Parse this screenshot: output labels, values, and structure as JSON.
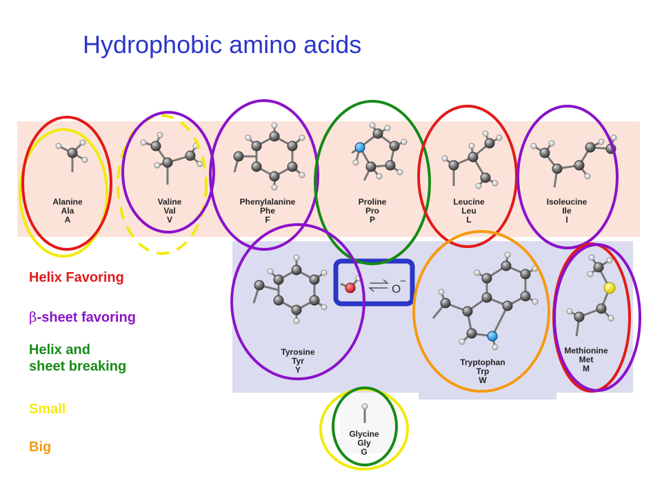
{
  "title": "Hydrophobic amino acids",
  "legend": {
    "helix": "Helix Favoring",
    "beta_symbol": "β",
    "beta": "-sheet favoring",
    "breaking_line1": "Helix and",
    "breaking_line2": "sheet breaking",
    "small": "Small",
    "big": "Big"
  },
  "colors": {
    "helix": "#e21a1a",
    "beta": "#8a12c9",
    "breaking": "#178a17",
    "small": "#f2ea10",
    "big": "#f59a10",
    "title": "#2b35c8",
    "panel_top": "#fbe3da",
    "panel_bottom": "#dcdcf0",
    "highlight_box": "#2b35c8"
  },
  "amino_acids": {
    "alanine": {
      "name": "Alanine",
      "three": "Ala",
      "one": "A"
    },
    "valine": {
      "name": "Valine",
      "three": "Val",
      "one": "V"
    },
    "phenylalanine": {
      "name": "Phenylalanine",
      "three": "Phe",
      "one": "F"
    },
    "proline": {
      "name": "Proline",
      "three": "Pro",
      "one": "P"
    },
    "leucine": {
      "name": "Leucine",
      "three": "Leu",
      "one": "L"
    },
    "isoleucine": {
      "name": "Isoleucine",
      "three": "Ile",
      "one": "I"
    },
    "tyrosine": {
      "name": "Tyrosine",
      "three": "Tyr",
      "one": "Y"
    },
    "tryptophan": {
      "name": "Tryptophan",
      "three": "Trp",
      "one": "W"
    },
    "methionine": {
      "name": "Methionine",
      "three": "Met",
      "one": "M"
    },
    "glycine": {
      "name": "Glycine",
      "three": "Gly",
      "one": "G"
    }
  },
  "ionization_label": "O"
}
